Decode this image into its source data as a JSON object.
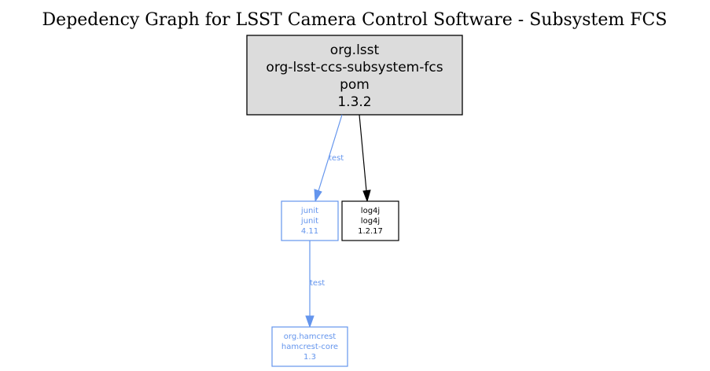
{
  "title": "Depedency Graph for LSST Camera Control Software - Subsystem FCS",
  "colors": {
    "test": "#6495ed",
    "compile": "#000000",
    "root_fill": "#dcdcdc"
  },
  "nodes": {
    "root": {
      "group": "org.lsst",
      "artifact": "org-lsst-ccs-subsystem-fcs",
      "type": "pom",
      "version": "1.3.2"
    },
    "junit": {
      "group": "junit",
      "artifact": "junit",
      "version": "4.11",
      "scope": "test"
    },
    "log4j": {
      "group": "log4j",
      "artifact": "log4j",
      "version": "1.2.17",
      "scope": "compile"
    },
    "hamcrest": {
      "group": "org.hamcrest",
      "artifact": "hamcrest-core",
      "version": "1.3",
      "scope": "test"
    }
  },
  "edges": [
    {
      "from": "root",
      "to": "junit",
      "label": "test"
    },
    {
      "from": "root",
      "to": "log4j",
      "label": ""
    },
    {
      "from": "junit",
      "to": "hamcrest",
      "label": "test"
    }
  ]
}
